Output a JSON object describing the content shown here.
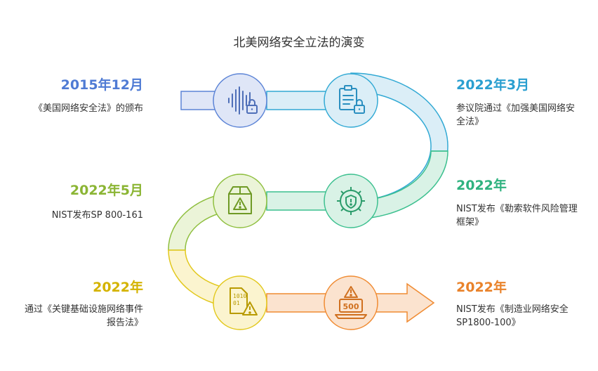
{
  "title": "北美网络安全立法的演变",
  "colors": {
    "blue": "#5b83d6",
    "cyan": "#31a9d4",
    "teal": "#3cc08f",
    "lime": "#8fbf3f",
    "yellow": "#e2c81d",
    "orange": "#f08b32"
  },
  "events": [
    {
      "year": "2015年12月",
      "desc": "《美国网络安全法》的颁布",
      "side": "left",
      "color": "#4f7bd4",
      "icon": "voice-lock-icon"
    },
    {
      "year": "2022年3月",
      "desc": "参议院通过《加强美国网络安全法》",
      "side": "right",
      "color": "#2a9fd0",
      "icon": "clipboard-lock-icon"
    },
    {
      "year": "2022年",
      "desc": "NIST发布《勒索软件风险管理框架》",
      "side": "right",
      "color": "#2fb27f",
      "icon": "gear-shield-icon"
    },
    {
      "year": "2022年5月",
      "desc": "NIST发布SP 800-161",
      "side": "left",
      "color": "#8bb534",
      "icon": "box-warning-icon"
    },
    {
      "year": "2022年",
      "desc": "通过《关键基础设施网络事件报告法》",
      "side": "left",
      "color": "#d4b300",
      "icon": "binary-warning-icon"
    },
    {
      "year": "2022年",
      "desc": "NIST发布《制造业网络安全SP1800-100》",
      "side": "right",
      "color": "#e9822a",
      "icon": "ransom-500-icon"
    }
  ]
}
